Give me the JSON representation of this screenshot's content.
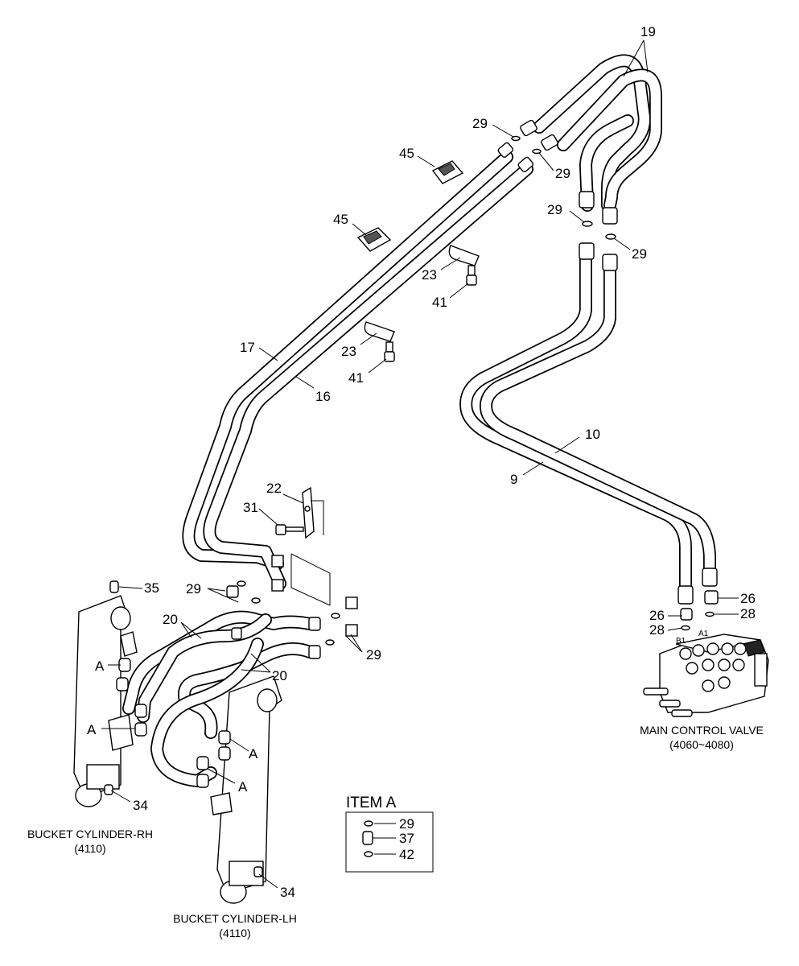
{
  "diagram": {
    "callouts": [
      "19",
      "29",
      "29",
      "29",
      "29",
      "45",
      "45",
      "23",
      "23",
      "41",
      "41",
      "17",
      "16",
      "10",
      "9",
      "22",
      "31",
      "35",
      "29",
      "20",
      "20",
      "29",
      "A",
      "A",
      "A",
      "A",
      "34",
      "34",
      "26",
      "26",
      "28",
      "28"
    ],
    "valve_port_labels": [
      "B1",
      "A1"
    ],
    "captions": {
      "main_control_valve": "MAIN CONTROL VALVE",
      "main_control_valve_ref": "(4060~4080)",
      "bucket_cylinder_rh": "BUCKET CYLINDER-RH",
      "bucket_cylinder_rh_ref": "(4110)",
      "bucket_cylinder_lh": "BUCKET CYLINDER-LH",
      "bucket_cylinder_lh_ref": "(4110)"
    },
    "item_a": {
      "title": "ITEM A",
      "parts": [
        "29",
        "37",
        "42"
      ]
    }
  }
}
